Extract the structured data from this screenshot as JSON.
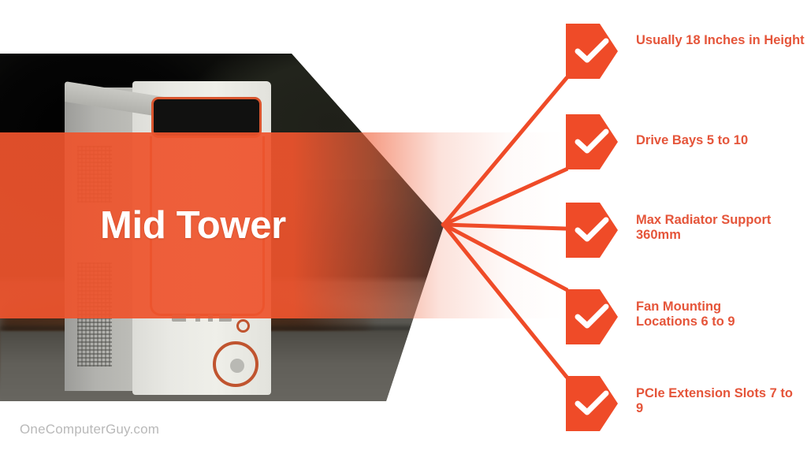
{
  "title": "Mid Tower",
  "watermark": "OneComputerGuy.com",
  "colors": {
    "badge_orange": "#ef4b28",
    "label_orange": "#e5553a",
    "band_orange": "#ee542d",
    "line_orange": "#ef4b28",
    "title_color": "#ffffff",
    "watermark_color": "#b9b9b9",
    "background": "#ffffff"
  },
  "photo": {
    "subject": "mid tower computer case",
    "alt": "White mid tower PC case with orange trim on a desk"
  },
  "features": [
    {
      "icon": "check-icon",
      "text": "Usually 18 Inches in Height"
    },
    {
      "icon": "check-icon",
      "text": "Drive Bays 5 to 10"
    },
    {
      "icon": "check-icon",
      "text": "Max Radiator Support 360mm"
    },
    {
      "icon": "check-icon",
      "text": "Fan Mounting Locations 6 to 9"
    },
    {
      "icon": "check-icon",
      "text": "PCIe Extension Slots 7 to 9"
    }
  ]
}
